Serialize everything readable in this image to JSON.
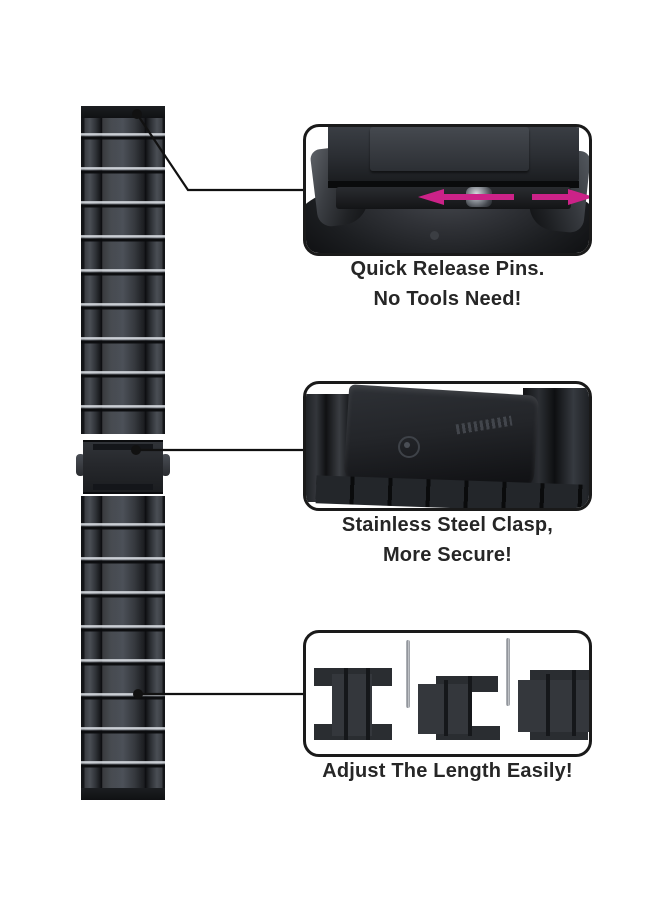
{
  "product": {
    "type": "watch-band-infographic",
    "background_color": "#ffffff",
    "band_color": "#2b2d31",
    "accent_color": "#cc2288",
    "outline_color": "#1a1a1a",
    "text_color": "#262626"
  },
  "main_figure": {
    "name": "stainless-steel-watch-band",
    "alt": "Black stainless steel three-link watch band shown full length with folding clasp"
  },
  "features": [
    {
      "id": "quick-release",
      "caption_line_1": "Quick Release Pins.",
      "caption_line_2": "No Tools Need!",
      "panel_alt": "Close-up of watch lug showing quick release spring bar with pink arrows",
      "arrows": [
        {
          "name": "arrow-left",
          "direction": "left",
          "color": "#cc2288"
        },
        {
          "name": "arrow-right",
          "direction": "right",
          "color": "#cc2288"
        }
      ]
    },
    {
      "id": "stainless-clasp",
      "caption_line_1": "Stainless Steel Clasp,",
      "caption_line_2": "More Secure!",
      "panel_alt": "Close-up of the black stainless steel folding clasp with engraved logo"
    },
    {
      "id": "adjust-length",
      "caption_line_1": "Adjust The Length Easily!",
      "caption_line_2": "",
      "panel_alt": "Three removable band links with two thin adjustment pins"
    }
  ],
  "callouts": [
    {
      "name": "callout-line-quick-release",
      "from": "band-top-link",
      "to": "panel-1"
    },
    {
      "name": "callout-line-clasp",
      "from": "band-clasp",
      "to": "panel-2"
    },
    {
      "name": "callout-line-links",
      "from": "band-lower-link",
      "to": "panel-3"
    }
  ]
}
